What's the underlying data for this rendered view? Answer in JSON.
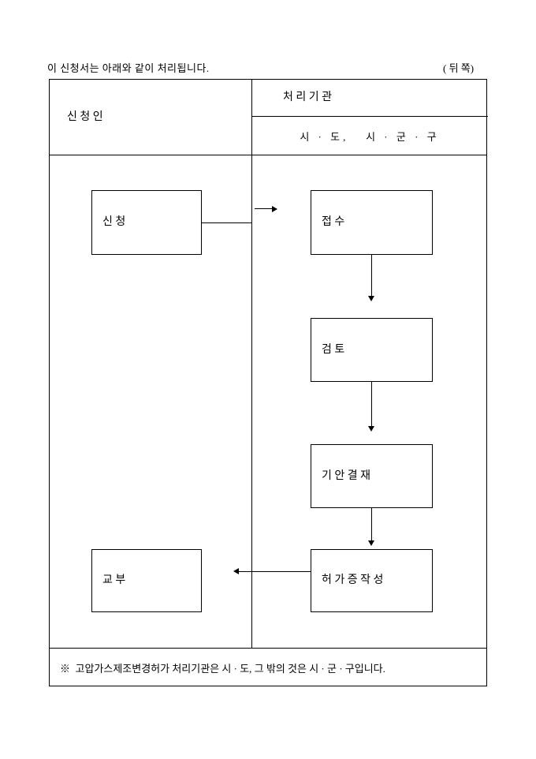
{
  "page": {
    "intro": "이 신청서는 아래와 같이 처리됩니다.",
    "back_side_label": "( 뒤 쪽)"
  },
  "colors": {
    "ink": "#000000",
    "paper": "#ffffff"
  },
  "table": {
    "applicant_header": "신 청 인",
    "agency_header": "처 리 기 관",
    "agency_sub_header": "시 · 도,   시 · 군 · 구",
    "footnote": "※  고압가스제조변경허가 처리기관은 시 · 도, 그 밖의 것은 시 · 군 · 구입니다."
  },
  "flowchart": {
    "apply": "신 청",
    "receive": "접 수",
    "review": "검 토",
    "draft_approval": "기 안 결 재",
    "permit_preparation": "허 가 증 작 성",
    "issue": "교 부"
  }
}
